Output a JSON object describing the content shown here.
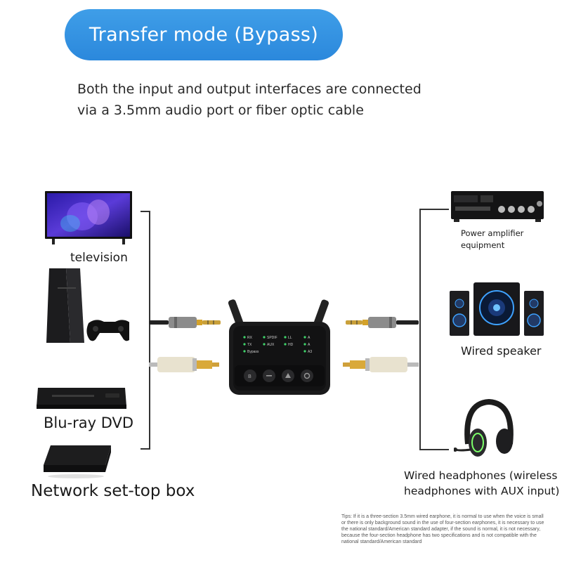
{
  "header": {
    "pill_title": "Transfer mode (Bypass)",
    "description_line1": "Both the input and output interfaces are connected",
    "description_line2": "via a 3.5mm audio port or fiber optic cable"
  },
  "left_devices": [
    {
      "label": "television",
      "icon": "television-icon"
    },
    {
      "label": "",
      "icon": "game-console-icon"
    },
    {
      "label": "Blu-ray DVD",
      "icon": "blu-ray-player-icon"
    },
    {
      "label": "Network set-top box",
      "icon": "set-top-box-icon"
    }
  ],
  "right_devices": [
    {
      "label_line1": "Power amplifier",
      "label_line2": "equipment",
      "icon": "amplifier-icon"
    },
    {
      "label": "Wired speaker",
      "icon": "speaker-icon"
    },
    {
      "label_line1": "Wired headphones (wireless",
      "label_line2": "headphones with AUX input)",
      "icon": "headset-icon"
    }
  ],
  "device_panel": {
    "label_rx": "RX",
    "label_tx": "TX",
    "label_bypass": "Bypass",
    "label_spdif": "SPDIF",
    "label_aux": "AUX",
    "label_ll": "LL",
    "label_hd": "HD",
    "label_a": "A",
    "label_a2": "A",
    "label_a3": "A3"
  },
  "tips": "Tips: If it is a three-section 3.5mm wired earphone, it is normal to use when the voice is small or there is only background sound in the use of four-section earphones, it is necessary to use the national standard/American standard adapter, if the sound is normal, it is not necessary, because the four-section headphone has two specifications and is not compatible with the national standard/American standard",
  "colors": {
    "pill": "#2b88dc",
    "led": "#3fd46b",
    "bracket": "#333333"
  }
}
